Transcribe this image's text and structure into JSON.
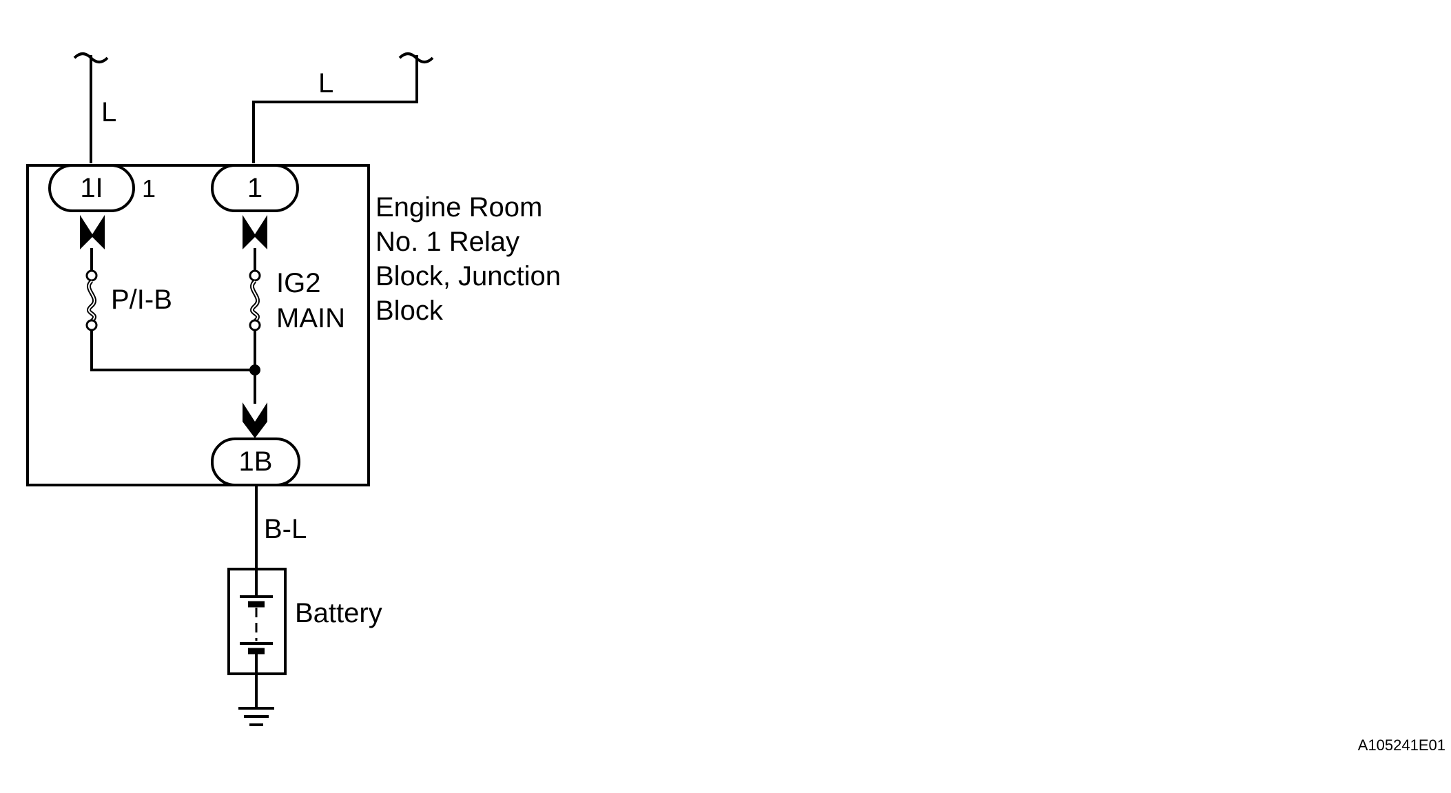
{
  "wires": {
    "left_top": "L",
    "right_top": "L",
    "battery_feed": "B-L"
  },
  "connectors": {
    "left": "1I",
    "left_pin": "1",
    "right": "1",
    "bottom": "1B"
  },
  "fuses": {
    "left": "P/I-B",
    "right_line1": "IG2",
    "right_line2": "MAIN"
  },
  "block_label": [
    "Engine Room",
    "No. 1 Relay",
    "Block, Junction",
    "Block"
  ],
  "battery_label": "Battery",
  "figure_id": "A105241E01"
}
